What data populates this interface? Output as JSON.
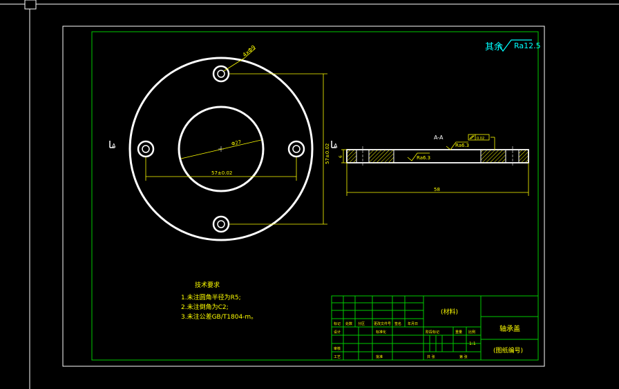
{
  "colors": {
    "background": "#000000",
    "frame": "#ffffff",
    "border": "#00cc00",
    "part": "#ffffff",
    "dimension": "#ffff00",
    "text": "#ffff00",
    "symbol": "#00ffff",
    "hatch": "#ffff00"
  },
  "surface_note": {
    "prefix": "其余",
    "roughness": "Ra12.5"
  },
  "front_view": {
    "bolt_hole_label": "4xΦ9",
    "bore_label": "Φ27",
    "center_distance_h": "57±0.02",
    "center_distance_v": "57±0.02",
    "section_mark": "A"
  },
  "section_view": {
    "title": "A-A",
    "roughness_top": "Ra6.3",
    "roughness_bottom": "Ra6.3",
    "flatness_frame": "0.02",
    "thickness": "6",
    "overall_length": "58"
  },
  "tech_requirements": {
    "title": "技术要求",
    "items": [
      "1.未注圆角半径为R5;",
      "2.未注倒角为C2;",
      "3.未注公差GB/T1804-m。"
    ]
  },
  "title_block": {
    "material": "(材料)",
    "part_name": "轴承盖",
    "drawing_no": "(图纸编号)",
    "header_row": [
      "标记",
      "处数",
      "分区",
      "更改文件号",
      "签名",
      "年月日"
    ],
    "design": "设计",
    "standardize": "标准化",
    "stage_mark": "阶段标记",
    "weight": "重量",
    "scale": "比例",
    "scale_value": "1:1",
    "review": "审核",
    "process": "工艺",
    "approve": "批准",
    "sheets_total": "共 张",
    "sheet_no": "第 张"
  }
}
